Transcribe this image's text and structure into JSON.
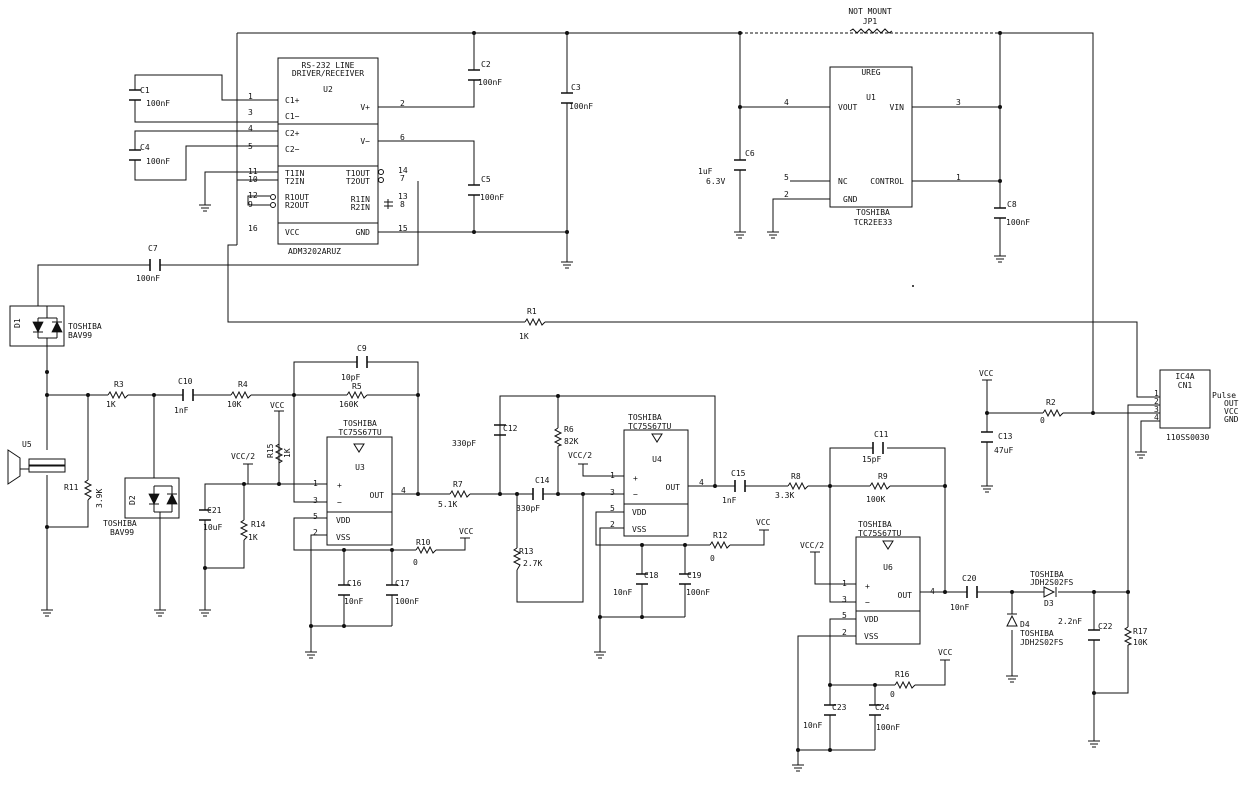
{
  "components": {
    "u2": {
      "line1": "RS-232 LINE",
      "line2": "DRIVER/RECEIVER",
      "ref": "U2",
      "part": "ADM3202ARUZ",
      "pins": {
        "c1p": "C1+",
        "c1m": "C1−",
        "c2p": "C2+",
        "c2m": "C2−",
        "vp": "V+",
        "vm": "V−",
        "t1in": "T1IN",
        "t2in": "T2IN",
        "t1out": "T1OUT",
        "t2out": "T2OUT",
        "r1out": "R1OUT",
        "r2out": "R2OUT",
        "r1in": "R1IN",
        "r2in": "R2IN",
        "vcc": "VCC",
        "gnd": "GND"
      },
      "nums": {
        "n1": "1",
        "n3": "3",
        "n4": "4",
        "n5": "5",
        "n11": "11",
        "n10": "10",
        "n12": "12",
        "n9": "9",
        "n16": "16",
        "n2": "2",
        "n6": "6",
        "n14": "14",
        "n7": "7",
        "n13": "13",
        "n8": "8",
        "n15": "15"
      }
    },
    "u1": {
      "title": "UREG",
      "ref": "U1",
      "vout": "VOUT",
      "vin": "VIN",
      "nc": "NC",
      "control": "CONTROL",
      "gnd": "GND",
      "maker": "TOSHIBA",
      "part": "TCR2EE33",
      "p4": "4",
      "p3": "3",
      "p5": "5",
      "p1": "1",
      "p2": "2"
    },
    "jp1": {
      "note": "NOT MOUNT",
      "ref": "JP1"
    },
    "u3": {
      "maker": "TOSHIBA",
      "part": "TC75S67TU",
      "ref": "U3",
      "plus": "+",
      "minus": "−",
      "out": "OUT",
      "vdd": "VDD",
      "vss": "VSS",
      "p1": "1",
      "p3": "3",
      "p4": "4",
      "p5": "5",
      "p2": "2"
    },
    "u4": {
      "maker": "TOSHIBA",
      "part": "TC75S67TU",
      "ref": "U4",
      "plus": "+",
      "minus": "−",
      "out": "OUT",
      "vdd": "VDD",
      "vss": "VSS",
      "p1": "1",
      "p3": "3",
      "p4": "4",
      "p5": "5",
      "p2": "2"
    },
    "u6": {
      "maker": "TOSHIBA",
      "part": "TC75S67TU",
      "ref": "U6",
      "plus": "+",
      "minus": "−",
      "out": "OUT",
      "vdd": "VDD",
      "vss": "VSS",
      "p1": "1",
      "p3": "3",
      "p4": "4",
      "p5": "5",
      "p2": "2"
    },
    "cn1": {
      "ref1": "IC4A",
      "ref2": "CN1",
      "part": "110SS0030",
      "pulse": "Pulse",
      "out": "OUT",
      "vcc": "VCC",
      "gnd": "GND",
      "p1": "1",
      "p2": "2",
      "p3": "3",
      "p4": "4"
    },
    "u5": {
      "ref": "U5"
    },
    "d1": {
      "ref": "D1",
      "maker": "TOSHIBA",
      "part": "BAV99"
    },
    "d2": {
      "ref": "D2",
      "maker": "TOSHIBA",
      "part": "BAV99"
    },
    "d3": {
      "maker": "TOSHIBA",
      "part": "JDH2S02FS",
      "ref": "D3"
    },
    "d4": {
      "ref": "D4",
      "maker": "TOSHIBA",
      "part": "JDH2S02FS"
    }
  },
  "capacitors": [
    {
      "ref": "C1",
      "value": "100nF"
    },
    {
      "ref": "C2",
      "value": "100nF"
    },
    {
      "ref": "C3",
      "value": "100nF"
    },
    {
      "ref": "C4",
      "value": "100nF"
    },
    {
      "ref": "C5",
      "value": "100nF"
    },
    {
      "ref": "C6",
      "value": "1uF",
      "value2": "6.3V"
    },
    {
      "ref": "C7",
      "value": "100nF"
    },
    {
      "ref": "C8",
      "value": "100nF"
    },
    {
      "ref": "C9",
      "value": "10pF"
    },
    {
      "ref": "C10",
      "value": "1nF"
    },
    {
      "ref": "C11",
      "value": "15pF"
    },
    {
      "ref": "C12",
      "value": "330pF"
    },
    {
      "ref": "C13",
      "value": "47uF"
    },
    {
      "ref": "C14",
      "value": "330pF"
    },
    {
      "ref": "C15",
      "value": "1nF"
    },
    {
      "ref": "C16",
      "value": "10nF"
    },
    {
      "ref": "C17",
      "value": "100nF"
    },
    {
      "ref": "C18",
      "value": "10nF"
    },
    {
      "ref": "C19",
      "value": "100nF"
    },
    {
      "ref": "C20",
      "value": "10nF"
    },
    {
      "ref": "C21",
      "value": "10uF"
    },
    {
      "ref": "C22",
      "value": "2.2nF"
    },
    {
      "ref": "C23",
      "value": "10nF"
    },
    {
      "ref": "C24",
      "value": "100nF"
    }
  ],
  "resistors": [
    {
      "ref": "R1",
      "value": "1K"
    },
    {
      "ref": "R2",
      "value": "0"
    },
    {
      "ref": "R3",
      "value": "1K"
    },
    {
      "ref": "R4",
      "value": "10K"
    },
    {
      "ref": "R5",
      "value": "160K"
    },
    {
      "ref": "R6",
      "value": "82K"
    },
    {
      "ref": "R7",
      "value": "5.1K"
    },
    {
      "ref": "R8",
      "value": "3.3K"
    },
    {
      "ref": "R9",
      "value": "100K"
    },
    {
      "ref": "R10",
      "value": "0"
    },
    {
      "ref": "R11",
      "value": "3.9K"
    },
    {
      "ref": "R12",
      "value": "0"
    },
    {
      "ref": "R13",
      "value": "2.7K"
    },
    {
      "ref": "R14",
      "value": "1K"
    },
    {
      "ref": "R15",
      "value": "1K"
    },
    {
      "ref": "R16",
      "value": "0"
    },
    {
      "ref": "R17",
      "value": "10K"
    }
  ],
  "nets": {
    "vcc": "VCC",
    "vcc_half": "VCC/2"
  }
}
